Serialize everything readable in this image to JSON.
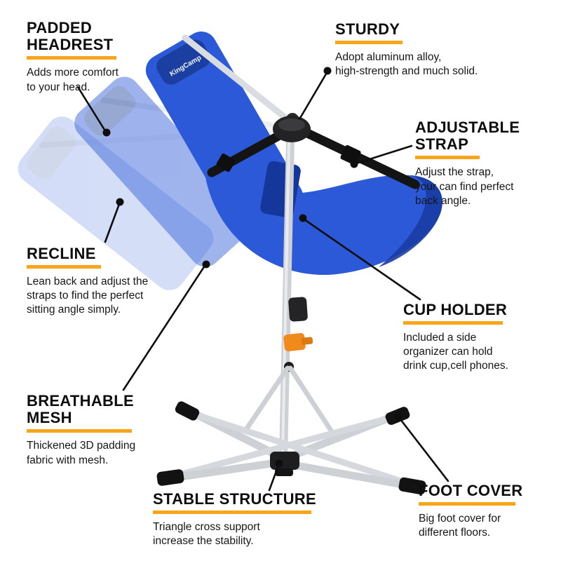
{
  "brand": {
    "name": "KingCamp"
  },
  "colors": {
    "accent": "#F9A51A",
    "chair_blue": "#2B59D8",
    "chair_blue_dark": "#1B3FA0",
    "frame_silver": "#CDD1D6",
    "strap_black": "#141414",
    "clamp_orange": "#F08A1D",
    "leader_black": "#0E0E0E"
  },
  "callouts": [
    {
      "id": "padded-headrest",
      "title": "PADDED\nHEADREST",
      "desc": "Adds more comfort\nto your head."
    },
    {
      "id": "sturdy",
      "title": "STURDY",
      "desc": "Adopt aluminum alloy,\nhigh-strength and much solid."
    },
    {
      "id": "adjustable-strap",
      "title": "ADJUSTABLE\nSTRAP",
      "desc": "Adjust the strap,\nyour can find perfect\nback angle."
    },
    {
      "id": "recline",
      "title": "RECLINE",
      "desc": "Lean back and adjust the\nstraps to find the perfect\nsitting angle simply."
    },
    {
      "id": "cup-holder",
      "title": "CUP HOLDER",
      "desc": "Included a side\norganizer can hold\ndrink cup,cell phones."
    },
    {
      "id": "breathable-mesh",
      "title": "BREATHABLE\nMESH",
      "desc": "Thickened 3D padding\nfabric with mesh."
    },
    {
      "id": "stable-structure",
      "title": "STABLE STRUCTURE",
      "desc": "Triangle cross support\nincrease the stability."
    },
    {
      "id": "foot-cover",
      "title": "FOOT COVER",
      "desc": "Big foot cover for\ndifferent floors."
    }
  ]
}
